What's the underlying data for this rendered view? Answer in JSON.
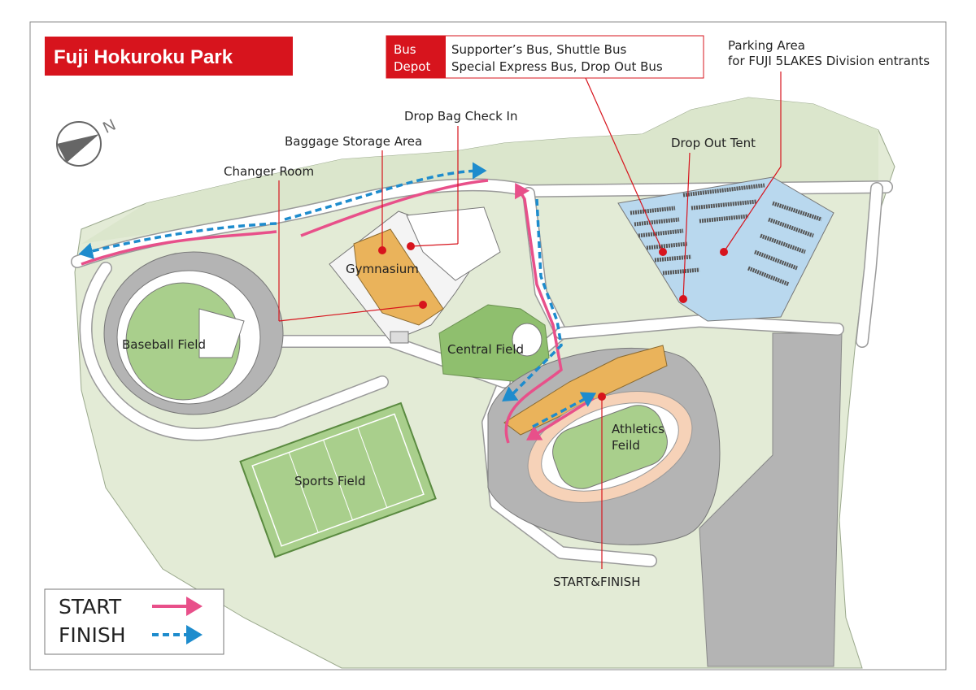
{
  "title": "Fuji Hokuroku Park",
  "bus_depot": {
    "label_line1": "Bus",
    "label_line2": "Depot",
    "text_line1": "Supporter’s Bus, Shuttle Bus",
    "text_line2": "Special Express Bus, Drop Out Bus"
  },
  "parking_area": {
    "line1": "Parking Area",
    "line2": "for FUJI 5LAKES Division entrants"
  },
  "compass": {
    "label": "N"
  },
  "places": {
    "drop_bag": "Drop Bag Check In",
    "baggage": "Baggage Storage Area",
    "changer": "Changer Room",
    "drop_out_tent": "Drop Out Tent",
    "gymnasium": "Gymnasium",
    "baseball": "Baseball Field",
    "central": "Central Field",
    "sports": "Sports Field",
    "athletics_1": "Athletics",
    "athletics_2": "Feild",
    "start_finish": "START&FINISH"
  },
  "legend": {
    "start": "START",
    "finish": "FINISH"
  },
  "colors": {
    "brand_red": "#d7141d",
    "start_route": "#e8508a",
    "finish_route": "#1e8ccd",
    "land": "#e3ebd6",
    "field_green": "#a9cf8c",
    "building_orange": "#eab35b",
    "parking_blue": "#b9d8ee"
  }
}
